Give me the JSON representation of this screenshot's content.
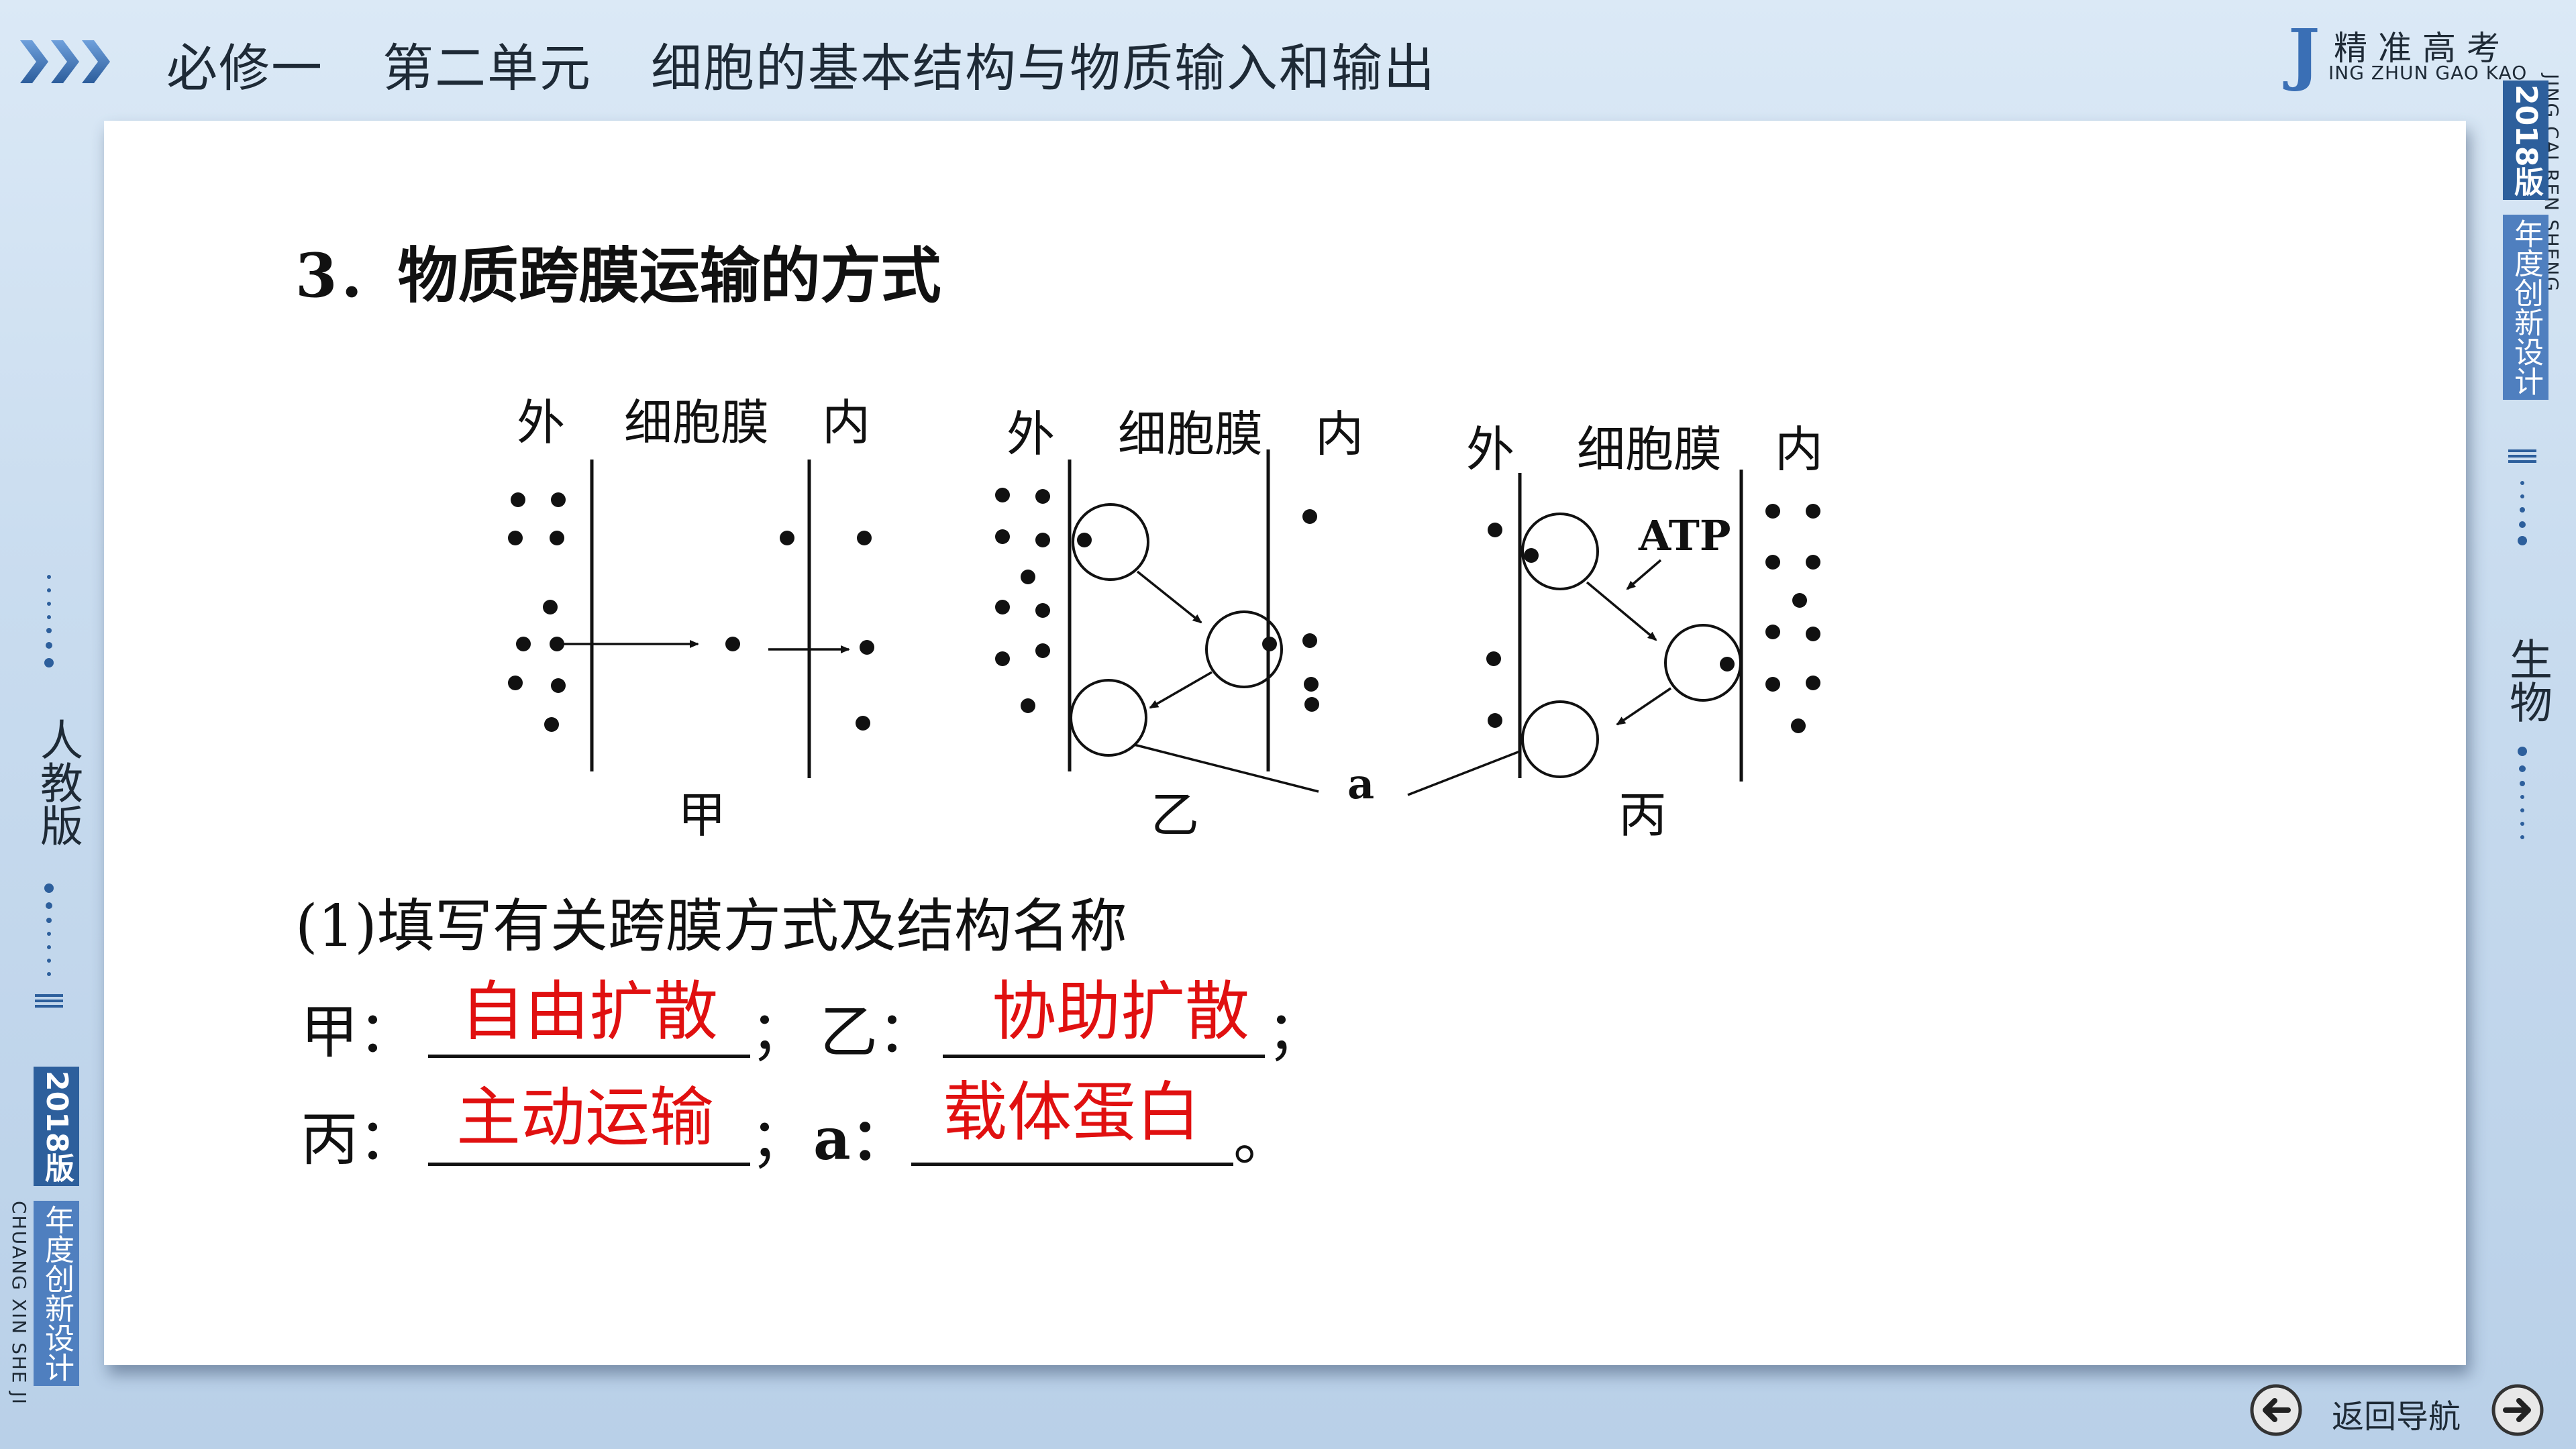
{
  "header": {
    "breadcrumb": [
      "必修一",
      "第二单元",
      "细胞的基本结构与物质输入和输出"
    ],
    "logo": {
      "letter": "J",
      "cn": "精准高考",
      "en": "ING ZHUN GAO KAO"
    }
  },
  "right_strip": {
    "pinyin": "JING CAI REN SHENG",
    "year": "2018版",
    "series": "年度创新设计",
    "subject": "生物"
  },
  "left_strip": {
    "edition": "人教版",
    "year": "2018版",
    "series": "年度创新设计",
    "pinyin": "CHUANG XIN SHE JI"
  },
  "content": {
    "section_title": "3．物质跨膜运输的方式",
    "diagram": {
      "outside": "外",
      "membrane": "细胞膜",
      "inside": "内",
      "panels": [
        "甲",
        "乙",
        "丙"
      ],
      "carrier_label": "a",
      "energy_label": "ATP"
    },
    "question": "(1)填写有关跨膜方式及结构名称",
    "rows": [
      {
        "label1": "甲：",
        "answer1": "自由扩散",
        "sep": "；",
        "label2": "乙：",
        "answer2": "协助扩散",
        "end": "；"
      },
      {
        "label1": "丙：",
        "answer1": "主动运输",
        "sep": "；",
        "label2": "a：",
        "answer2": "载体蛋白",
        "end": "。"
      }
    ]
  },
  "nav": {
    "back_label": "返回导航"
  },
  "colors": {
    "accent": "#2d5f9c",
    "answer": "#e01010"
  }
}
